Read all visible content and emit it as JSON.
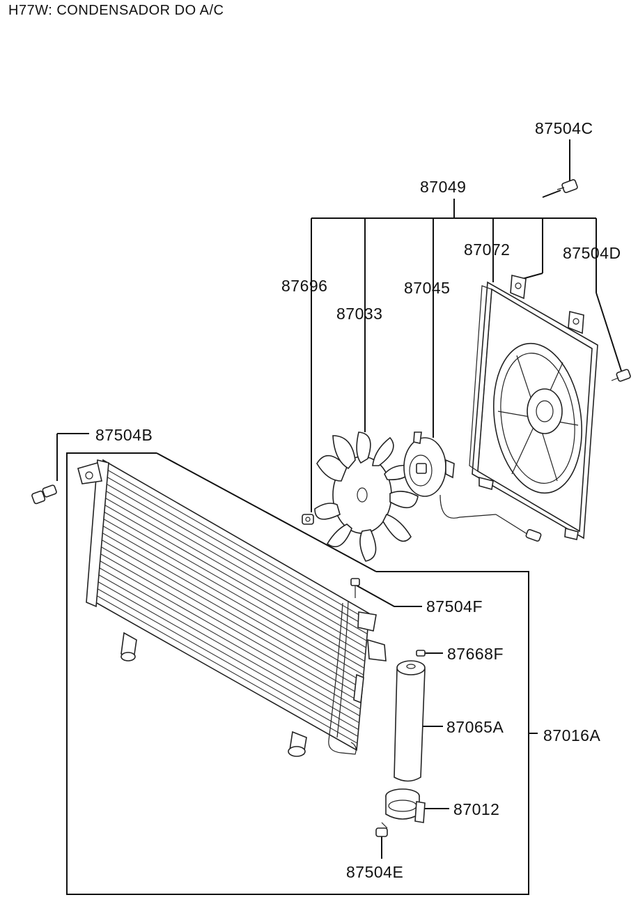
{
  "title": "H77W: CONDENSADOR DO A/C",
  "labels": {
    "p87504C": "87504C",
    "p87049": "87049",
    "p87072": "87072",
    "p87504D": "87504D",
    "p87696": "87696",
    "p87045": "87045",
    "p87033": "87033",
    "p87504B": "87504B",
    "p87504F": "87504F",
    "p87668F": "87668F",
    "p87065A": "87065A",
    "p87016A": "87016A",
    "p87012": "87012",
    "p87504E": "87504E"
  }
}
